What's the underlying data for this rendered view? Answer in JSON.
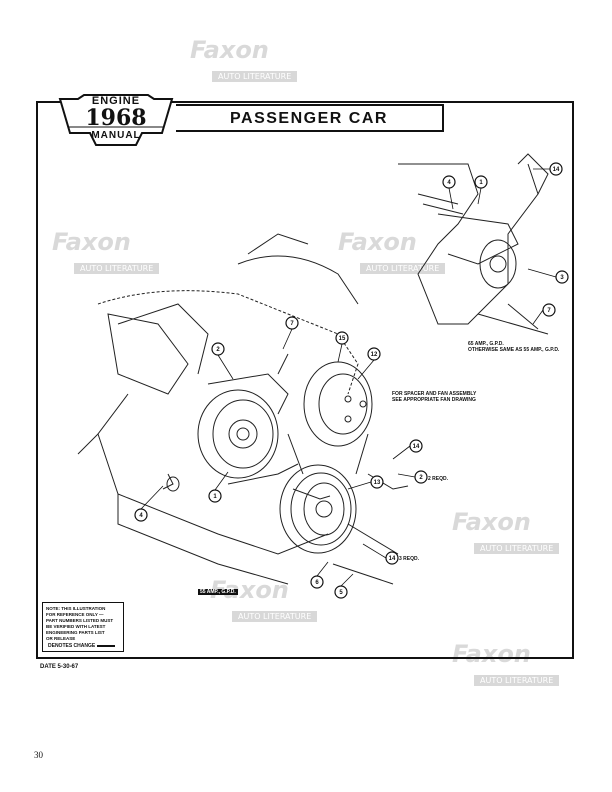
{
  "header": {
    "badge_top": "ENGINE",
    "badge_year": "1968",
    "badge_bottom": "MANUAL",
    "title": "PASSENGER CAR"
  },
  "watermark": {
    "brand": "Faxon",
    "sub": "AUTO LITERATURE"
  },
  "callouts": {
    "c1": "1",
    "c2": "2",
    "c3": "3",
    "c4": "4",
    "c5": "5",
    "c6": "6",
    "c7": "7",
    "c12": "12",
    "c13": "13",
    "c14": "14",
    "c15": "15"
  },
  "annotations": {
    "amp_note_1": "65 AMP., G.P.D.",
    "amp_note_2": "OTHERWISE SAME AS 55 AMP., G.P.D.",
    "spacer_note_1": "FOR SPACER AND FAN ASSEMBLY",
    "spacer_note_2": "SEE APPROPRIATE FAN DRAWING",
    "reqd_2": "2 REQD.",
    "reqd_3": "3 REQD.",
    "amp_label": "55 AMP., G.P.D."
  },
  "note": {
    "line1": "NOTE: THIS ILLUSTRATION",
    "line2": "FOR REFERENCE ONLY —",
    "line3": "PART NUMBERS LISTED MUST",
    "line4": "BE VERIFIED WITH LATEST",
    "line5": "ENGINEERING PARTS LIST",
    "line6": "OR RELEASE",
    "denotes": "DENOTES CHANGE"
  },
  "footer": {
    "date": "DATE 5-30-67",
    "page_number": "30"
  }
}
